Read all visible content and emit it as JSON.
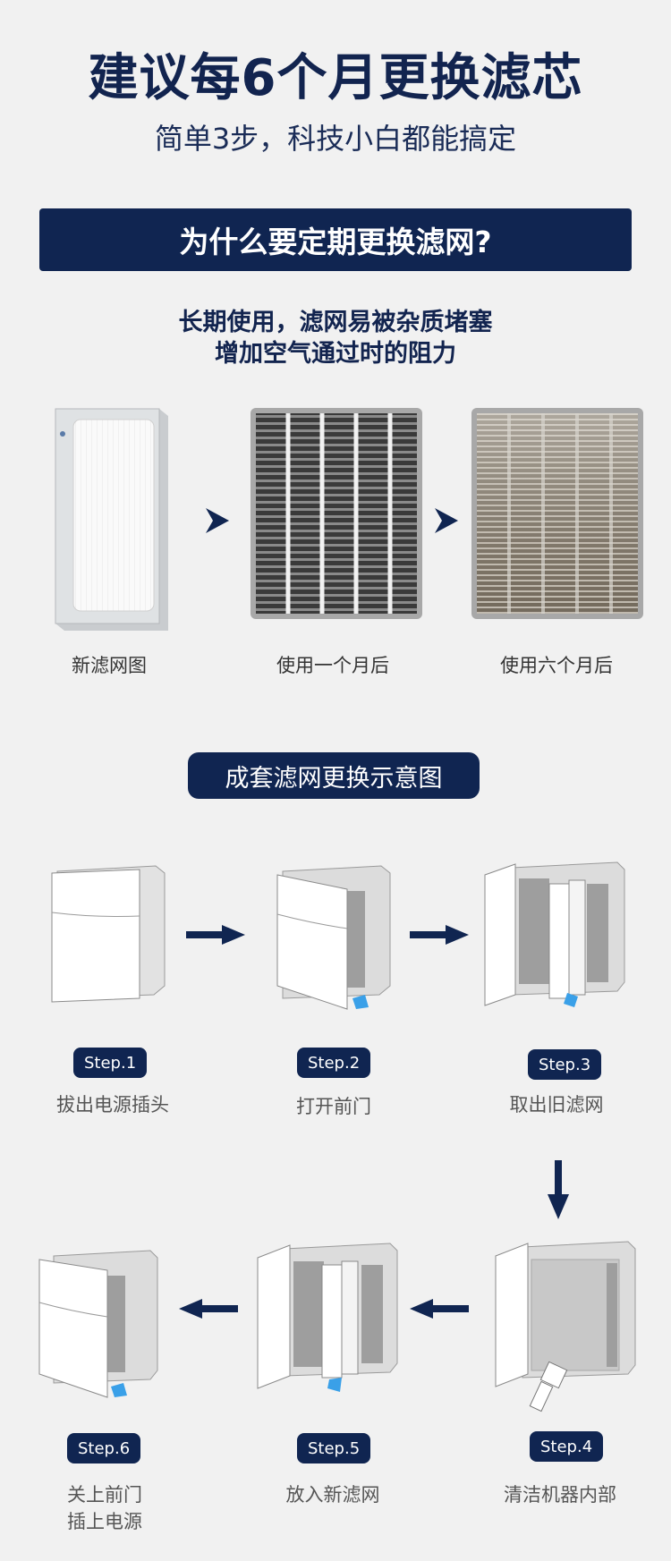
{
  "header": {
    "title": "建议每6个月更换滤芯",
    "subtitle": "简单3步，科技小白都能搞定"
  },
  "why_section": {
    "banner": "为什么要定期更换滤网?",
    "reason_line1": "长期使用，滤网易被杂质堵塞",
    "reason_line2": "增加空气通过时的阻力",
    "filters": [
      {
        "caption": "新滤网图"
      },
      {
        "caption": "使用一个月后"
      },
      {
        "caption": "使用六个月后"
      }
    ]
  },
  "guide_section": {
    "title": "成套滤网更换示意图",
    "steps": [
      {
        "badge": "Step.1",
        "text": "拔出电源插头"
      },
      {
        "badge": "Step.2",
        "text": "打开前门"
      },
      {
        "badge": "Step.3",
        "text": "取出旧滤网"
      },
      {
        "badge": "Step.4",
        "text": "清洁机器内部"
      },
      {
        "badge": "Step.5",
        "text": "放入新滤网"
      },
      {
        "badge": "Step.6",
        "text_line1": "关上前门",
        "text_line2": "插上电源"
      }
    ]
  },
  "colors": {
    "navy": "#102551",
    "background": "#f1f1f1",
    "accent_blue": "#3aa0e8"
  }
}
